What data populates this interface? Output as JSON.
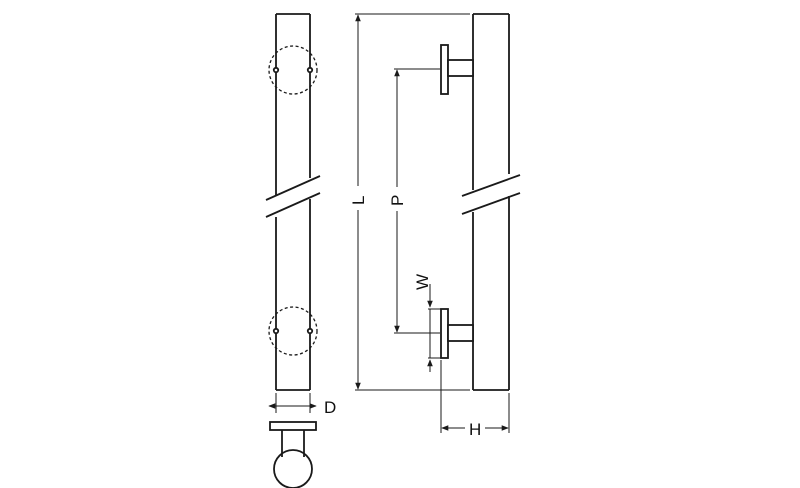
{
  "dimensions": {
    "length_label": "L",
    "pitch_label": "P",
    "width_label": "W",
    "diameter_label": "D",
    "height_label": "H"
  },
  "views": [
    "front-view",
    "side-view",
    "end-view"
  ]
}
